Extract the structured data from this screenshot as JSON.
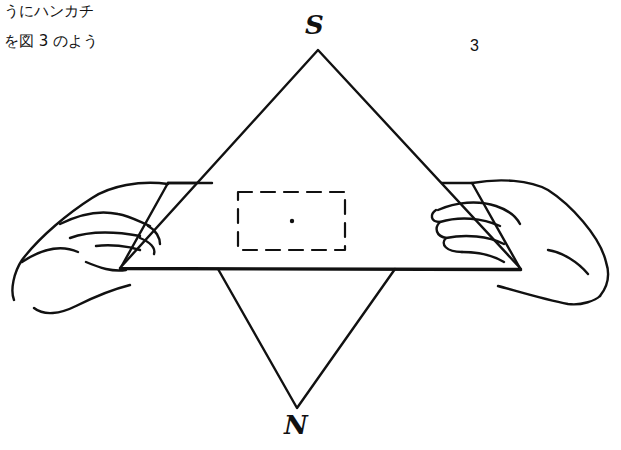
{
  "diagram": {
    "labels": [
      "うにハンカチ",
      "を図 3 のよう",
      "S",
      "3",
      "N"
    ]
  }
}
